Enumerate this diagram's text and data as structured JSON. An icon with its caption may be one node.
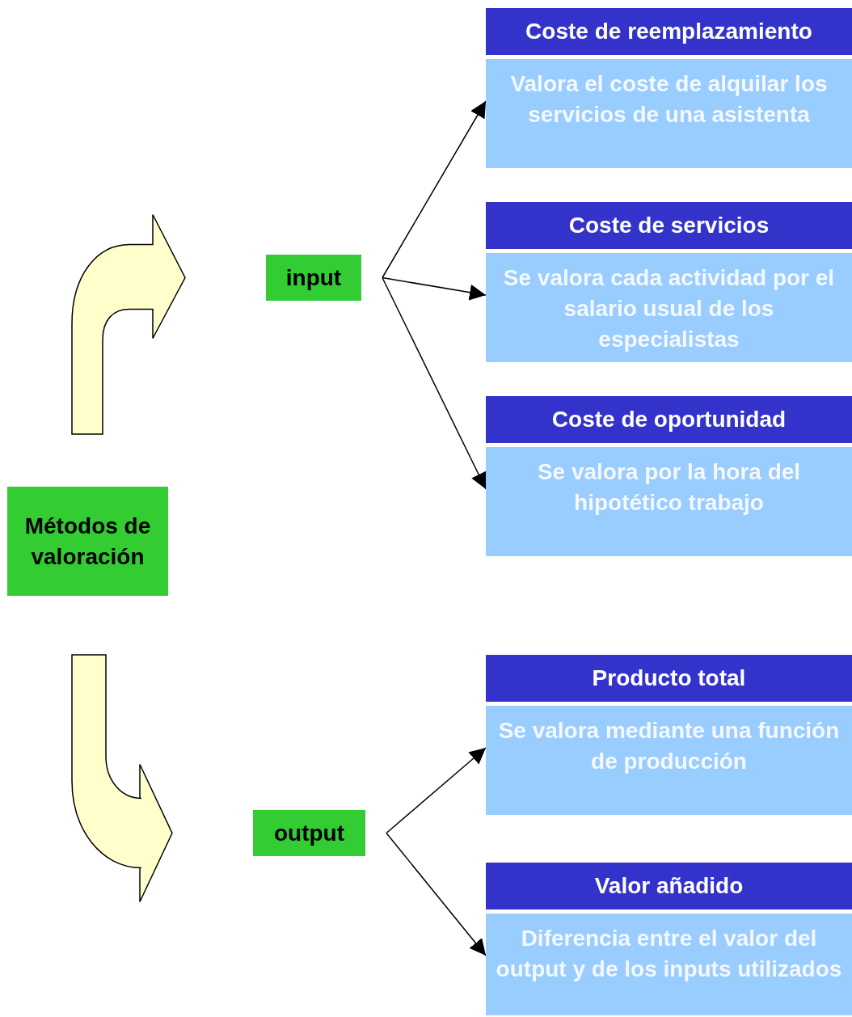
{
  "diagram": {
    "nodes": [
      {
        "text": [
          "Métodos de valoración"
        ]
      },
      {
        "text": [
          "input"
        ]
      },
      {
        "text": [
          "Coste de reemplazamiento",
          "Valora el coste de alquilar los servicios de una asistenta"
        ]
      },
      {
        "text": [
          "Coste de servicios",
          "Se valora cada actividad por el salario usual de los especialistas"
        ]
      },
      {
        "text": [
          "Coste de oportunidad",
          "Se valora por la hora del hipotético trabajo"
        ]
      },
      {
        "text": [
          "output"
        ]
      },
      {
        "text": [
          "Producto total",
          "Se valora mediante una función de producción"
        ]
      },
      {
        "text": [
          "Valor añadido",
          "Diferencia entre el valor del output y de los inputs utilizados"
        ]
      }
    ],
    "edges": [
      {
        "from": 0,
        "to": 1,
        "arrow": "to",
        "style": "thick",
        "color": "#ffffcc"
      },
      {
        "from": 1,
        "to": 2,
        "arrow": "to"
      },
      {
        "from": 1,
        "to": 3,
        "arrow": "to"
      },
      {
        "from": 1,
        "to": 4,
        "arrow": "to"
      },
      {
        "from": 0,
        "to": 5,
        "arrow": "to",
        "style": "thick",
        "color": "#ffffcc"
      },
      {
        "from": 5,
        "to": 6,
        "arrow": "to"
      },
      {
        "from": 5,
        "to": 7,
        "arrow": "to"
      }
    ]
  }
}
